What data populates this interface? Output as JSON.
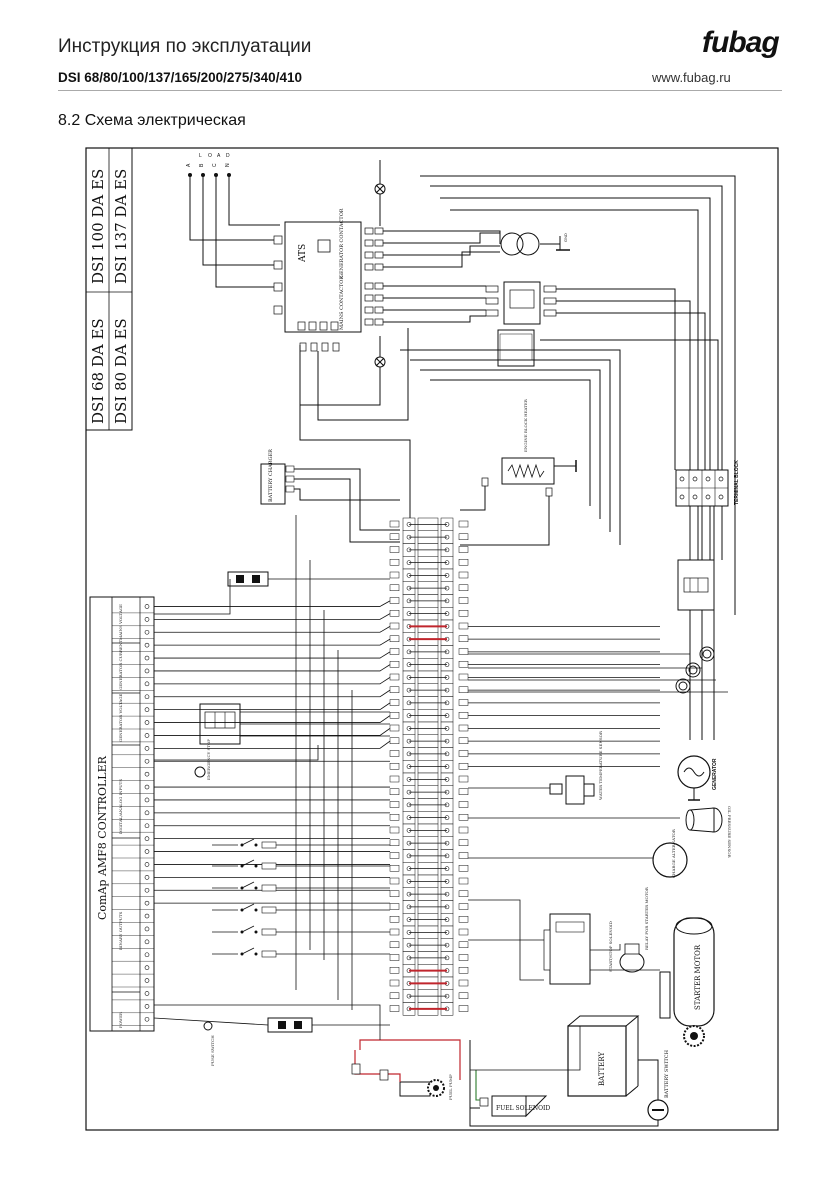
{
  "header": {
    "title": "Инструкция по эксплуатации",
    "models": "DSI 68/80/100/137/165/200/275/340/410",
    "url": "www.fubag.ru",
    "logo": "fubag"
  },
  "section_title": "8.2 Схема электрическая",
  "diagram": {
    "model_labels": [
      "DSI 100 DA ES",
      "DSI 137 DA ES",
      "DSI 68 DA ES",
      "DSI 80 DA ES"
    ],
    "load_labels": [
      "A",
      "B",
      "C",
      "N"
    ],
    "load_side_labels": [
      "L",
      "O",
      "A",
      "D"
    ],
    "ats": "ATS",
    "generator_contactor": "GENERATOR CONTACTOR",
    "mains_contactor": "MAINS CONTACTOR",
    "battery_charger": "BATTERY CHARGER",
    "controller": "ComAp AMF8 CONTROLLER",
    "controller_groups": [
      "MAINS VOLTAGE",
      "GENERATOR CURRENT",
      "GENERATOR VOLTAGE",
      "DIGITAL/ANALOG INPUTS",
      "BINARY OUTPUTS",
      "POWER"
    ],
    "terminal_block": "TERMINAL BLOCK",
    "generator": "GENERATOR",
    "starter_motor": "STARTER MOTOR",
    "battery": "BATTERY",
    "battery_switch": "BATTERY SWITCH",
    "emergency_stop": "EMERGENCY STOP",
    "engine_block_heater": "ENGINE BLOCK HEATER",
    "charge_alternator": "CHARGE ALTERNATOR",
    "oil_pressure": "OIL PRESSURE SENSOR",
    "water_temperature": "WATER TEMPERATURE SENSOR",
    "start_stop_solenoid": "START/STOP SOLENOID",
    "relay_starter_motor": "RELAY FOR STARTER MOTOR",
    "fuse_switch": "FUSE SWITCH",
    "fuel_solenoid": "FUEL SOLENOID",
    "fuel_pump": "FUEL PUMP",
    "gnd": "GND"
  }
}
